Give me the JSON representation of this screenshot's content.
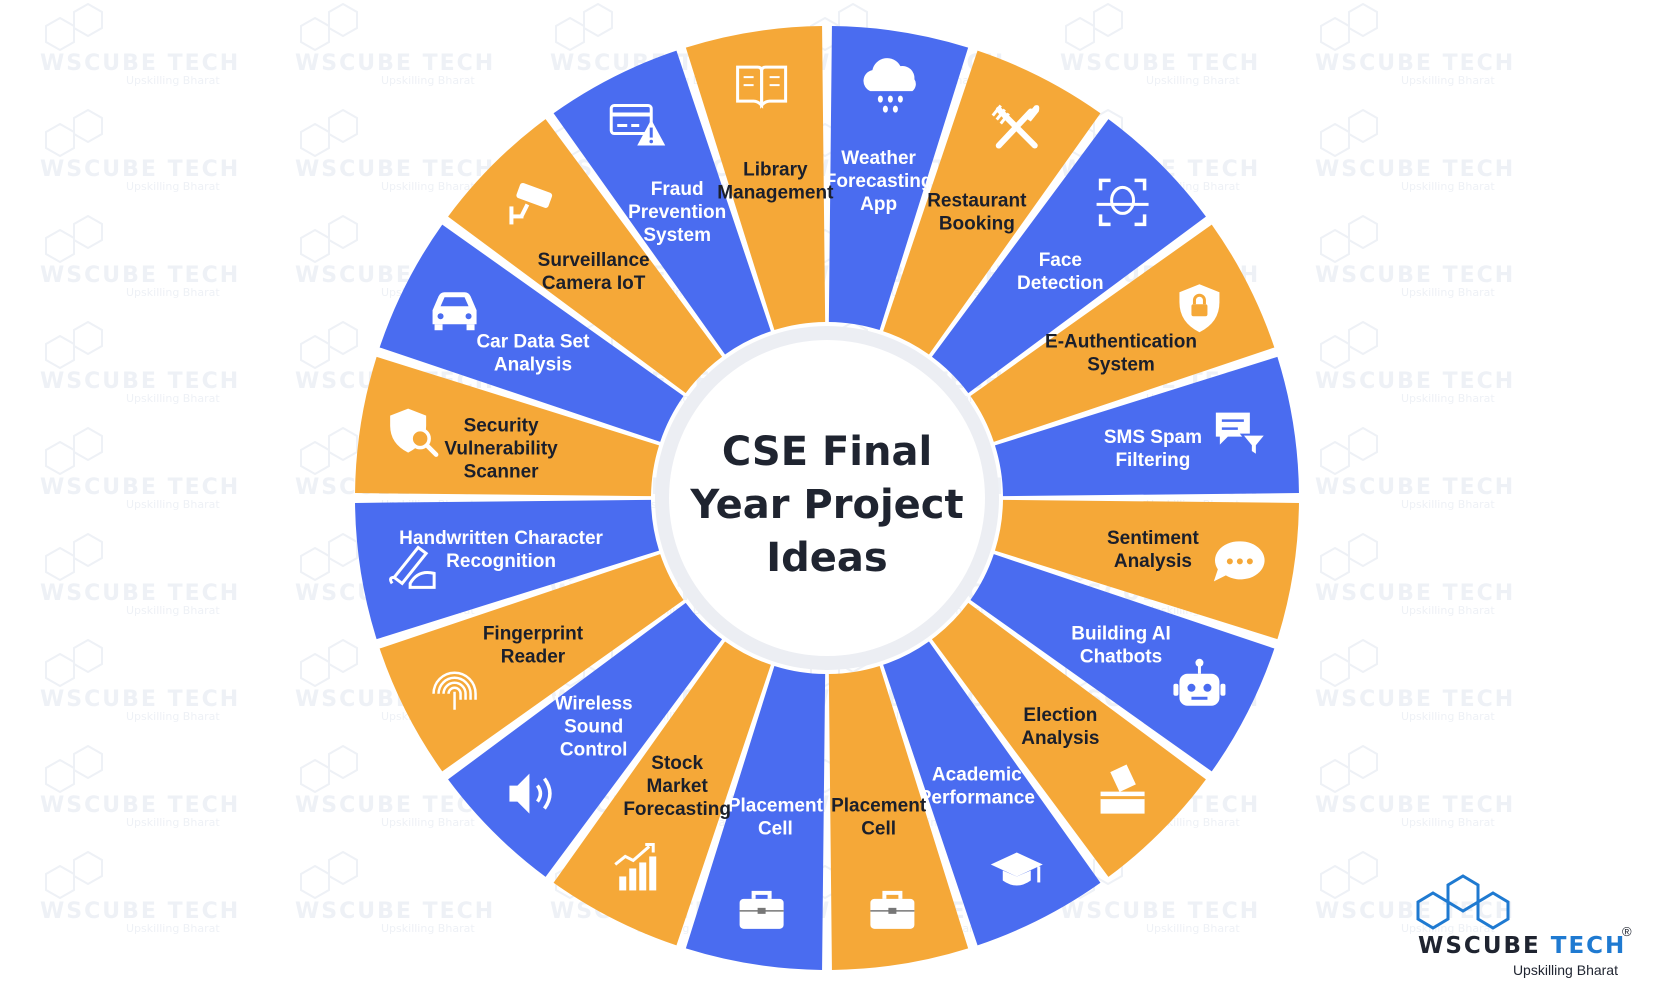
{
  "title_lines": [
    "CSE Final",
    "Year Project",
    "Ideas"
  ],
  "colors": {
    "blue": "#4a6cf0",
    "orange": "#f5a838",
    "ink": "#1b1f2b",
    "white": "#ffffff",
    "logo_blue": "#1f7ad1",
    "logo_dark": "#1f2430"
  },
  "segments": [
    {
      "lines": [
        "Weather",
        "Forecasting",
        "App"
      ],
      "color": "blue",
      "icon": "cloud-rain-icon"
    },
    {
      "lines": [
        "Restaurant",
        "Booking"
      ],
      "color": "orange",
      "icon": "fork-knife-icon"
    },
    {
      "lines": [
        "Face",
        "Detection"
      ],
      "color": "blue",
      "icon": "face-scan-icon"
    },
    {
      "lines": [
        "E-Authentication",
        "System"
      ],
      "color": "orange",
      "icon": "shield-lock-icon"
    },
    {
      "lines": [
        "SMS Spam",
        "Filtering"
      ],
      "color": "blue",
      "icon": "message-filter-icon"
    },
    {
      "lines": [
        "Sentiment",
        "Analysis"
      ],
      "color": "orange",
      "icon": "chat-bubble-icon"
    },
    {
      "lines": [
        "Building AI",
        "Chatbots"
      ],
      "color": "blue",
      "icon": "robot-icon"
    },
    {
      "lines": [
        "Election",
        "Analysis"
      ],
      "color": "orange",
      "icon": "ballot-box-icon"
    },
    {
      "lines": [
        "Academic",
        "Performance"
      ],
      "color": "blue",
      "icon": "graduation-cap-icon"
    },
    {
      "lines": [
        "Placement",
        "Cell"
      ],
      "color": "orange",
      "icon": "briefcase-icon"
    },
    {
      "lines": [
        "Placement",
        "Cell"
      ],
      "color": "blue",
      "icon": "briefcase-icon"
    },
    {
      "lines": [
        "Stock",
        "Market",
        "Forecasting"
      ],
      "color": "orange",
      "icon": "bar-chart-icon"
    },
    {
      "lines": [
        "Wireless",
        "Sound",
        "Control"
      ],
      "color": "blue",
      "icon": "speaker-icon"
    },
    {
      "lines": [
        "Fingerprint",
        "Reader"
      ],
      "color": "orange",
      "icon": "fingerprint-icon"
    },
    {
      "lines": [
        "Handwritten Character",
        "Recognition"
      ],
      "color": "blue",
      "icon": "pen-hand-icon"
    },
    {
      "lines": [
        "Security",
        "Vulnerability",
        "Scanner"
      ],
      "color": "orange",
      "icon": "shield-search-icon"
    },
    {
      "lines": [
        "Car Data Set",
        "Analysis"
      ],
      "color": "blue",
      "icon": "car-icon"
    },
    {
      "lines": [
        "Surveillance",
        "Camera IoT"
      ],
      "color": "orange",
      "icon": "cctv-camera-icon"
    },
    {
      "lines": [
        "Fraud",
        "Prevention",
        "System"
      ],
      "color": "blue",
      "icon": "card-warning-icon"
    },
    {
      "lines": [
        "Library",
        "Management"
      ],
      "color": "orange",
      "icon": "book-icon"
    }
  ],
  "brand": {
    "name": "WsCube Tech",
    "tagline": "Upskilling Bharat",
    "registered": "®"
  }
}
